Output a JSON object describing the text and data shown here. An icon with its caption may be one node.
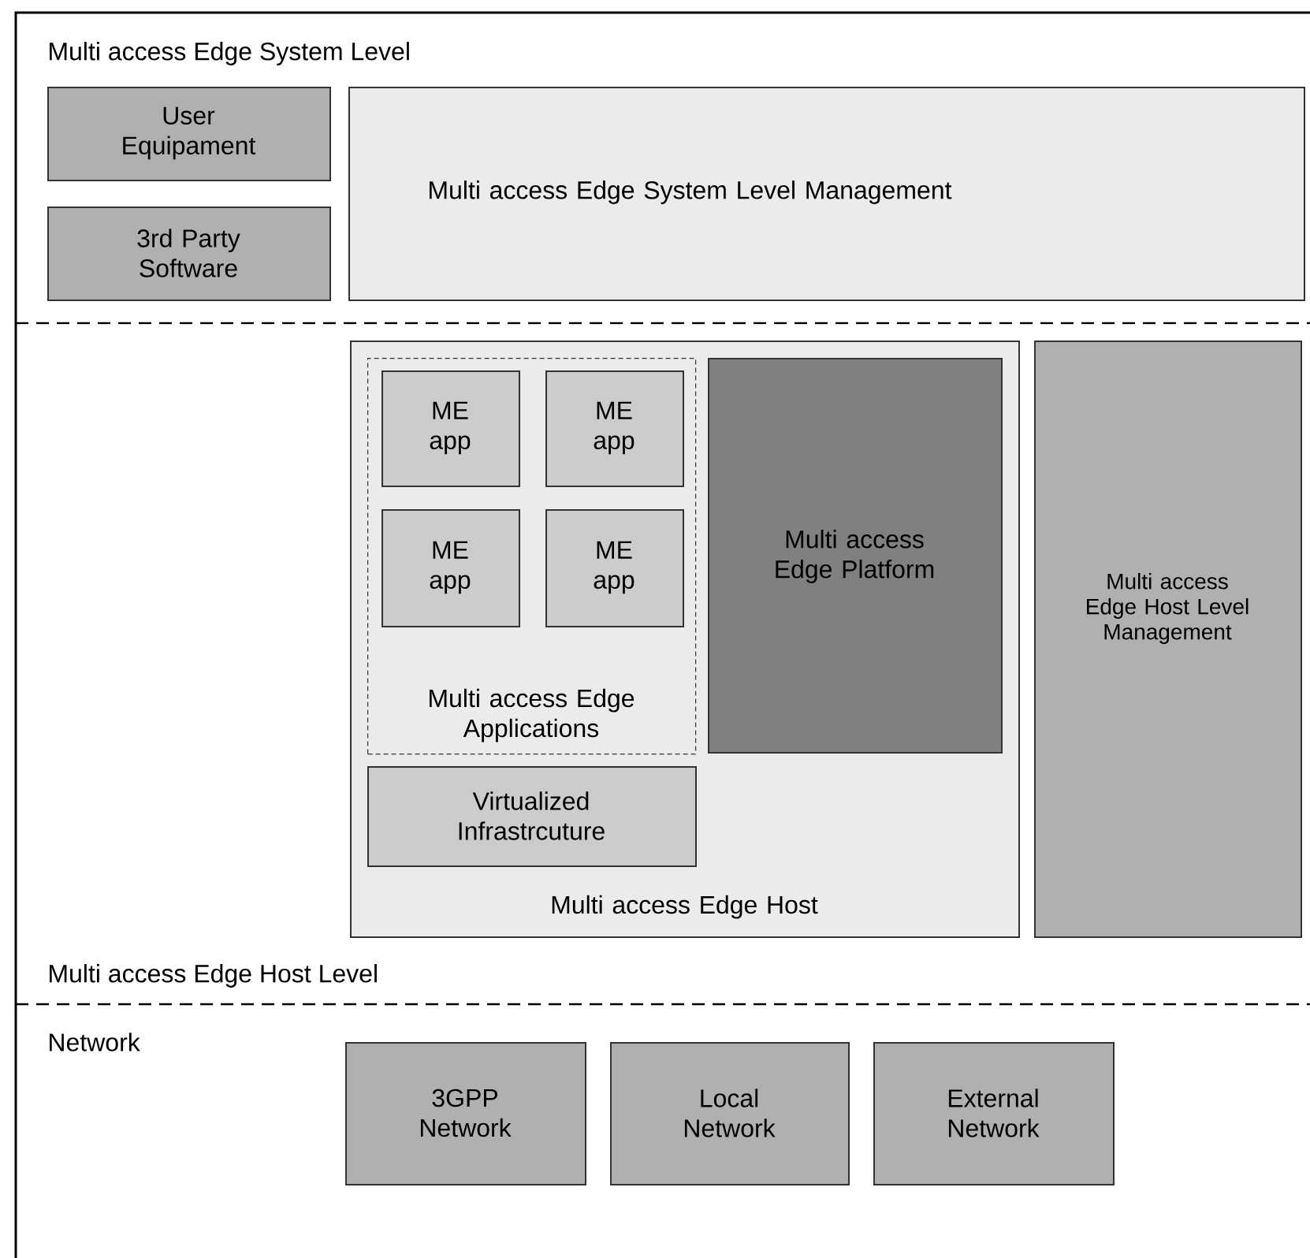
{
  "diagram": {
    "nodes": [
      {
        "text": [
          "User Equipament"
        ]
      },
      {
        "text": [
          "3rd Party Software"
        ]
      },
      {
        "text": [
          "Multi access Edge System Level Management"
        ]
      },
      {
        "text": [
          "Multi access Edge Host"
        ]
      },
      {
        "text": [
          "Multi access Edge Applications"
        ],
        "in": 3
      },
      {
        "text": [
          "ME app"
        ],
        "in": 4
      },
      {
        "text": [
          "ME app"
        ],
        "in": 4
      },
      {
        "text": [
          "ME app"
        ],
        "in": 4
      },
      {
        "text": [
          "ME app"
        ],
        "in": 4
      },
      {
        "text": [
          "Virtualized Infrastrcuture"
        ],
        "in": 3
      },
      {
        "text": [
          "Multi access Edge Platform"
        ],
        "in": 3
      },
      {
        "text": [
          "Multi access Edge Host Level Management"
        ]
      },
      {
        "text": [
          "3GPP Network"
        ]
      },
      {
        "text": [
          "Local Network"
        ]
      },
      {
        "text": [
          "External Network"
        ]
      }
    ],
    "labels": [
      "Multi access Edge System Level",
      "Multi access Edge Host Level",
      "Network"
    ]
  }
}
